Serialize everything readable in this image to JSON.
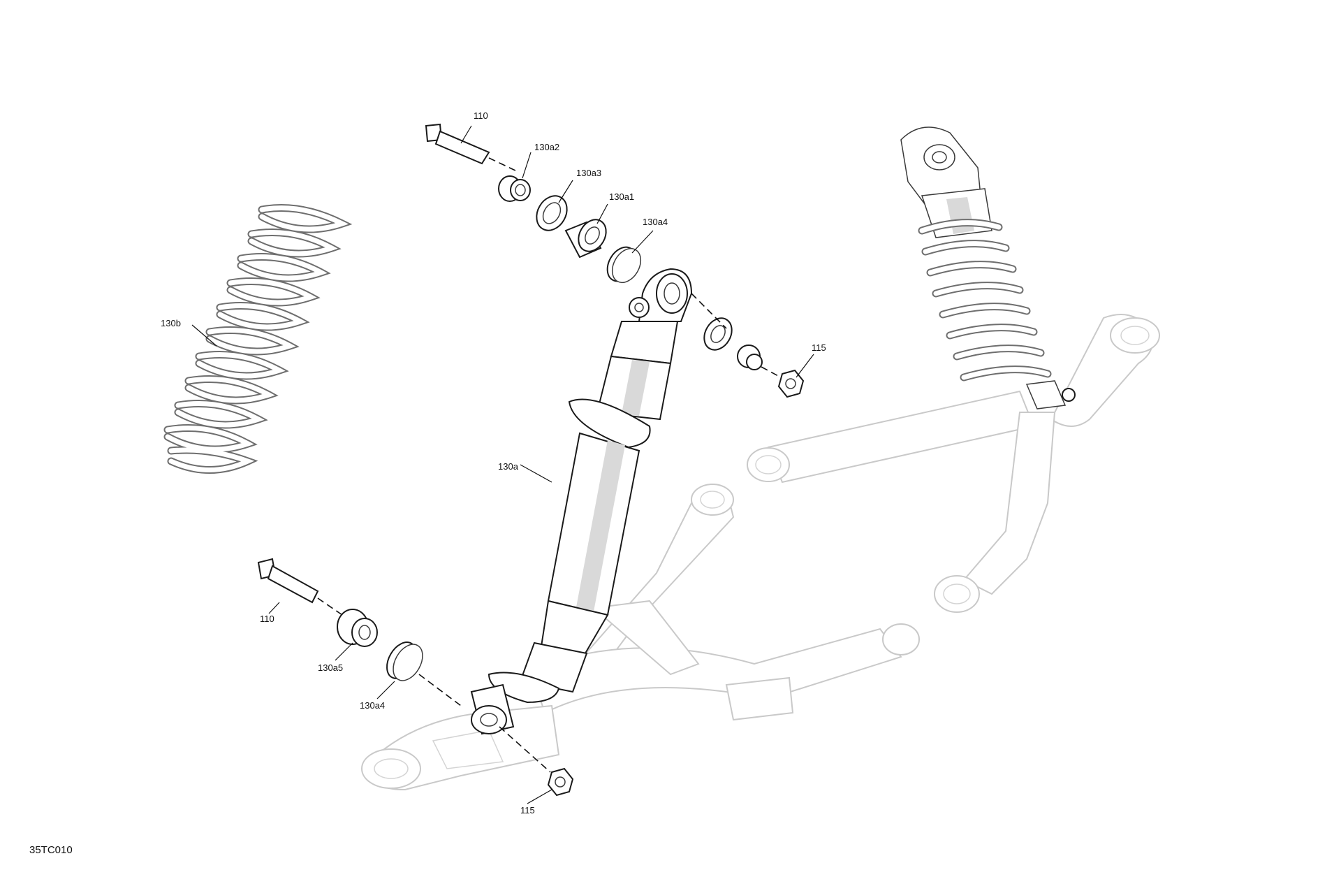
{
  "figure_id": "35TC010",
  "callouts": {
    "bolt_top": "110",
    "bushing_top": "130a2",
    "washer_top": "130a3",
    "bearing_top": "130a1",
    "circlip_top": "130a4",
    "nut_upper": "115",
    "spring": "130b",
    "shock": "130a",
    "bolt_bottom": "110",
    "bushing_bottom": "130a5",
    "circlip_bottom": "130a4",
    "nut_lower": "115"
  }
}
